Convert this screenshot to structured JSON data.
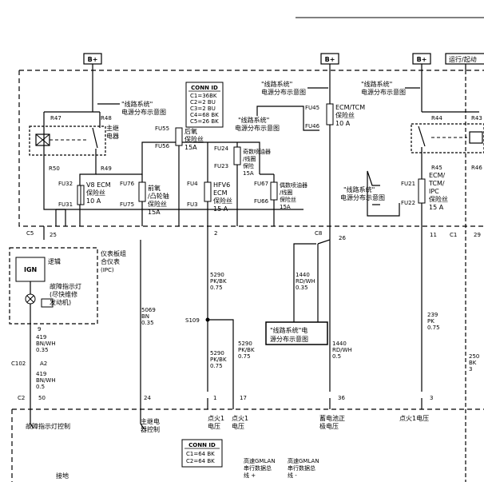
{
  "power_tags": {
    "b1": "B+",
    "b2": "B+",
    "b3": "B+",
    "run_start": "运行/起动"
  },
  "conn_top": {
    "title": "CONN ID",
    "lines": [
      "C1=36BK",
      "C2=2 BU",
      "C3=2 BU",
      "C4=68 BK",
      "C5=26 BK"
    ]
  },
  "conn_bottom": {
    "title": "CONN ID",
    "lines": [
      "C1=64 BK",
      "C2=64 BK"
    ]
  },
  "refs": {
    "r1_a": "\"线路系统\"",
    "r1_b": "电源分布示意图",
    "r2_a": "\"线路系统\"",
    "r2_b": "电源分布示意图",
    "r3_a": "\"线路系统\"",
    "r3_b": "电源分布示意图",
    "r4_a": "\"线路系统\"",
    "r4_b": "电源分布示意图",
    "r5_a": "\"线路系统\"",
    "r5_b": "电源分布示意图",
    "r6_a": "\"线路系统\"电",
    "r6_b": "源分布示意图"
  },
  "relays": {
    "main": {
      "a": "主继",
      "b": "电器"
    },
    "R47": "R47",
    "R48": "R48",
    "R50": "R50",
    "R49": "R49",
    "R44": "R44",
    "R43": "R43",
    "R45": "R45",
    "R46": "R46"
  },
  "fuses": {
    "FU32": "FU32",
    "FU31": "FU31",
    "v8": [
      "V8 ECM",
      "保险丝",
      "10 A"
    ],
    "FU76": "FU76",
    "FU75": "FU75",
    "front": [
      "前氧",
      "/凸轮轴",
      "保险丝",
      "15A"
    ],
    "FU55": "FU55",
    "FU56": "FU56",
    "rear": [
      "后氧",
      "保险丝",
      "15A"
    ],
    "FU4": "FU4",
    "FU3": "FU3",
    "hfv6": [
      "HFV6",
      "ECM",
      "保险丝",
      "15 A"
    ],
    "FU24": "FU24",
    "FU23": "FU23",
    "odd": [
      "奇数喷油器",
      "/线圈",
      "保险",
      "15A"
    ],
    "FU67": "FU67",
    "FU66": "FU66",
    "even": [
      "偶数喷油器",
      "/线圈",
      "保险丝",
      "15A"
    ],
    "FU45": "FU45",
    "FU46": "FU46",
    "ecmtcm": [
      "ECM/TCM",
      "保险丝",
      "10 A"
    ],
    "FU21": "FU21",
    "FU22": "FU22",
    "ipc": [
      "ECM/",
      "TCM/",
      "IPC",
      "保险丝",
      "15 A"
    ]
  },
  "connectors": {
    "C5": "C5",
    "n25": "25",
    "n2": "2",
    "C8": "C8",
    "n26": "26",
    "n11": "11",
    "C1": "C1",
    "n29": "29",
    "C2": "C2",
    "n50": "50",
    "n24": "24",
    "n1": "1",
    "n17": "17",
    "n36": "36",
    "n3": "3",
    "n9": "9",
    "C102": "C102",
    "A2": "A2",
    "S109": "S109"
  },
  "ipc": {
    "title": [
      "仪表板组",
      "合仪表",
      "(IPC)"
    ],
    "logic": "逻辑",
    "ign": "IGN",
    "mil": [
      "故障指示灯",
      "(尽快维修",
      "发动机)"
    ]
  },
  "wires": {
    "w419a": [
      "419",
      "BN/WH",
      "0.35"
    ],
    "w419b": [
      "419",
      "BN/WH",
      "0.5"
    ],
    "w5069": [
      "5069",
      "BN",
      "0.35"
    ],
    "w5290a": [
      "5290",
      "PK/BK",
      "0.75"
    ],
    "w5290b": [
      "5290",
      "PK/BK",
      "0.75"
    ],
    "w5290c": [
      "5290",
      "PK/BK",
      "0.75"
    ],
    "w1440a": [
      "1440",
      "RD/WH",
      "0.35"
    ],
    "w1440b": [
      "1440",
      "RD/WH",
      "0.5"
    ],
    "w239": [
      "239",
      "PK",
      "0.75"
    ],
    "w250": [
      "250",
      "BK",
      "3"
    ]
  },
  "ecm_labels": {
    "mil_ctrl": "故障指示灯控制",
    "main_relay": [
      "主继电",
      "器控制"
    ],
    "ign1a": [
      "点火1",
      "电压"
    ],
    "ign1b": [
      "点火1",
      "电压"
    ],
    "batt": [
      "蓄电池正",
      "极电压"
    ],
    "ign1c": "点火1电压",
    "gmlan_pos": [
      "高速GMLAN",
      "串行数据总",
      "线 +"
    ],
    "gmlan_neg": [
      "高速GMLAN",
      "串行数据总",
      "线 -"
    ],
    "ground": "接地"
  }
}
